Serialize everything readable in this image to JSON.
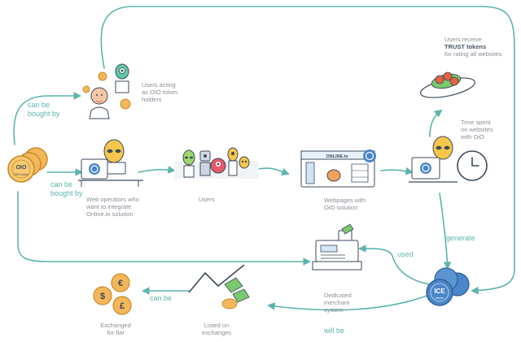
{
  "nodes": {
    "oio_token": {
      "label": "OIO token"
    },
    "holders": {
      "label_1": "Users acting",
      "label_2": "as OIO token",
      "label_3": "holders"
    },
    "web_operators": {
      "label_1": "Web operators who",
      "label_2": "want to integrate",
      "label_3": "Online.io solution"
    },
    "users": {
      "label": "Users"
    },
    "webpages": {
      "label_1": "Webpages with",
      "label_2": "OiO solution",
      "screen_text": "ONLINE.io"
    },
    "trust": {
      "label_1": "Users receive",
      "label_2": "TRUST tokens",
      "label_3": "for rating all websites"
    },
    "time_spent": {
      "label_1": "Time spent",
      "label_2": "on websites",
      "label_3": "with OiO"
    },
    "ice_token": {
      "label": "ICE",
      "sub": "token"
    },
    "merchant": {
      "label_1": "Dedicated",
      "label_2": "merchant",
      "label_3": "system"
    },
    "exchanges": {
      "label_1": "Listed on",
      "label_2": "exchanges"
    },
    "fiat": {
      "label_1": "Exchanged",
      "label_2": "for fiat"
    }
  },
  "edges": {
    "bought_by_top_1": "can be",
    "bought_by_top_2": "bought by",
    "bought_by_mid_1": "can be",
    "bought_by_mid_2": "bought by",
    "generate": "generate",
    "used": "used",
    "will_be": "will be",
    "can_be": "can be"
  },
  "colors": {
    "flow": "#5bb5ad",
    "coin_gold": "#f3b75a",
    "coin_dark": "#c98a2b",
    "ice_blue": "#4a86c8",
    "alien_yellow": "#f6c64a",
    "line_ink": "#3c4a5c",
    "label_gray": "#8a8f98"
  }
}
